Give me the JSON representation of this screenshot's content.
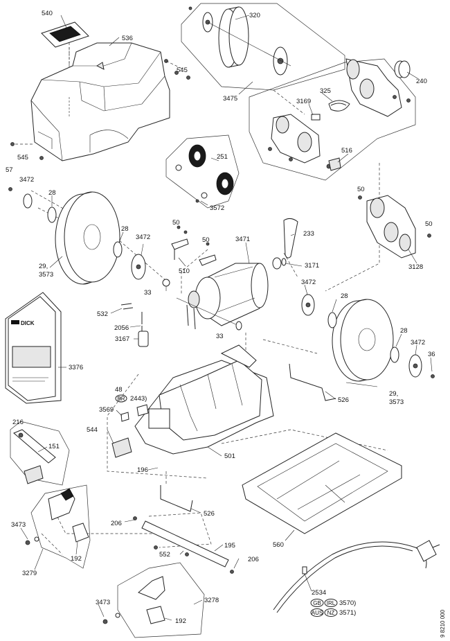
{
  "labels": {
    "l540": "540",
    "l536": "536",
    "l545a": "545",
    "l545b": "545",
    "l320": "320",
    "l3475": "3475",
    "l240": "240",
    "l325": "325",
    "l3169": "3169",
    "l516": "516",
    "l251": "251",
    "l3572": "3572",
    "l57": "57",
    "l3472a": "3472",
    "l28a": "28",
    "l28b": "28",
    "l29a": "29,",
    "l3573a": "3573",
    "l3472b": "3472",
    "l33a": "33",
    "l50a": "50",
    "l50b": "50",
    "l510": "510",
    "l3471": "3471",
    "l233": "233",
    "l3171": "3171",
    "l50c": "50",
    "l50d": "50",
    "l3128": "3128",
    "l532": "532",
    "l2056": "2056",
    "l3167": "3167",
    "l33b": "33",
    "l3472c": "3472",
    "l28c": "28",
    "l28d": "28",
    "l3472d": "3472",
    "l36": "36",
    "l29b": "29,",
    "l3573b": "3573",
    "l3376": "3376",
    "l48": "48",
    "l2443": "2443)",
    "l3569": "3569",
    "l526a": "526",
    "l544": "544",
    "l501": "501",
    "l196": "196",
    "l216": "216",
    "l151": "151",
    "l526b": "526",
    "l206a": "206",
    "l3473a": "3473",
    "l552": "552",
    "l195": "195",
    "l206b": "206",
    "l192a": "192",
    "l3279": "3279",
    "l560": "560",
    "l3278": "3278",
    "l3473b": "3473",
    "l192b": "192",
    "l2534": "2534",
    "l3570": "3570)",
    "l3571": "3571)",
    "docno": "9 8210 000"
  },
  "badges": {
    "br": "BR",
    "gb": "GB",
    "irl": "IRL",
    "aus": "AUS",
    "nz": "NZ"
  },
  "manual": {
    "brand": "DICK"
  }
}
